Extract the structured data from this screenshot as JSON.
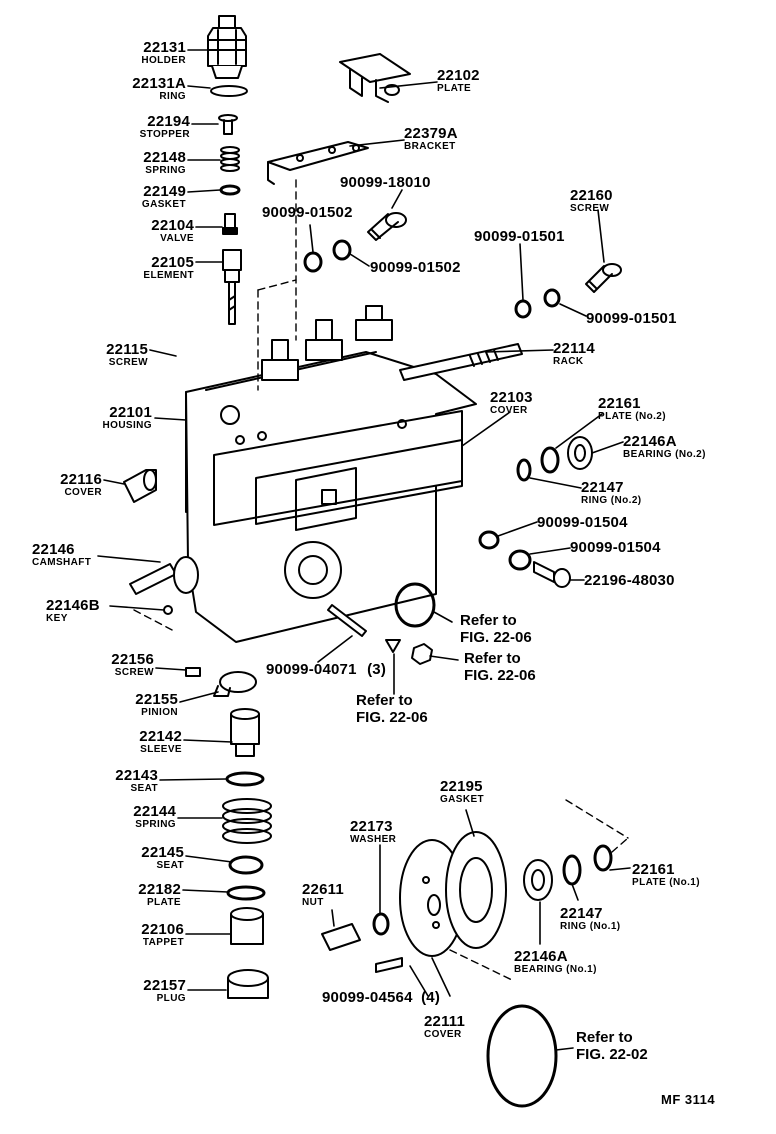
{
  "figure_code": "MF 3114",
  "parts": {
    "holder": {
      "number": "22131",
      "name": "HOLDER"
    },
    "ring": {
      "number": "22131A",
      "name": "RING"
    },
    "stopper": {
      "number": "22194",
      "name": "STOPPER"
    },
    "spring_top": {
      "number": "22148",
      "name": "SPRING"
    },
    "gasket": {
      "number": "22149",
      "name": "GASKET"
    },
    "valve": {
      "number": "22104",
      "name": "VALVE"
    },
    "element": {
      "number": "22105",
      "name": "ELEMENT"
    },
    "screw_side": {
      "number": "22115",
      "name": "SCREW"
    },
    "housing": {
      "number": "22101",
      "name": "HOUSING"
    },
    "cover_left": {
      "number": "22116",
      "name": "COVER"
    },
    "camshaft": {
      "number": "22146",
      "name": "CAMSHAFT"
    },
    "key": {
      "number": "22146B",
      "name": "KEY"
    },
    "screw_pin": {
      "number": "22156",
      "name": "SCREW"
    },
    "pinion": {
      "number": "22155",
      "name": "PINION"
    },
    "sleeve": {
      "number": "22142",
      "name": "SLEEVE"
    },
    "seat_top": {
      "number": "22143",
      "name": "SEAT"
    },
    "spring_low": {
      "number": "22144",
      "name": "SPRING"
    },
    "seat_low": {
      "number": "22145",
      "name": "SEAT"
    },
    "plate_low": {
      "number": "22182",
      "name": "PLATE"
    },
    "tappet": {
      "number": "22106",
      "name": "TAPPET"
    },
    "plug": {
      "number": "22157",
      "name": "PLUG"
    },
    "plate_top": {
      "number": "22102",
      "name": "PLATE"
    },
    "bracket": {
      "number": "22379A",
      "name": "BRACKET"
    },
    "bolt_18010": {
      "number": "90099-18010"
    },
    "screw_22160": {
      "number": "22160",
      "name": "SCREW"
    },
    "gasket_a": {
      "number": "90099-01502"
    },
    "gasket_b": {
      "number": "90099-01502"
    },
    "gasket_c": {
      "number": "90099-01501"
    },
    "gasket_d": {
      "number": "90099-01501"
    },
    "rack": {
      "number": "22114",
      "name": "RACK"
    },
    "cover_side": {
      "number": "22103",
      "name": "COVER"
    },
    "plate_no2": {
      "number": "22161",
      "name": "PLATE (No.2)"
    },
    "bearing_no2": {
      "number": "22146A",
      "name": "BEARING (No.2)"
    },
    "ring_no2": {
      "number": "22147",
      "name": "RING (No.2)"
    },
    "gasket_e": {
      "number": "90099-01504"
    },
    "gasket_f": {
      "number": "90099-01504"
    },
    "bolt_48030": {
      "number": "22196-48030"
    },
    "stud": {
      "number": "90099-04071",
      "qty": "(3)"
    },
    "gasket_big": {
      "number": "22195",
      "name": "GASKET"
    },
    "washer": {
      "number": "22173",
      "name": "WASHER"
    },
    "nut": {
      "number": "22611",
      "name": "NUT"
    },
    "plate_no1": {
      "number": "22161",
      "name": "PLATE (No.1)"
    },
    "ring_no1": {
      "number": "22147",
      "name": "RING (No.1)"
    },
    "bearing_no1": {
      "number": "22146A",
      "name": "BEARING (No.1)"
    },
    "bolt_04564": {
      "number": "90099-04564",
      "qty": "(4)"
    },
    "cover_end": {
      "number": "22111",
      "name": "COVER"
    }
  },
  "references": {
    "oring_mid": {
      "line1": "Refer to",
      "line2": "FIG. 22-06"
    },
    "nut_mid": {
      "line1": "Refer to",
      "line2": "FIG. 22-06"
    },
    "plug_mid": {
      "line1": "Refer to",
      "line2": "FIG. 22-06"
    },
    "oring_low": {
      "line1": "Refer to",
      "line2": "FIG. 22-02"
    }
  }
}
